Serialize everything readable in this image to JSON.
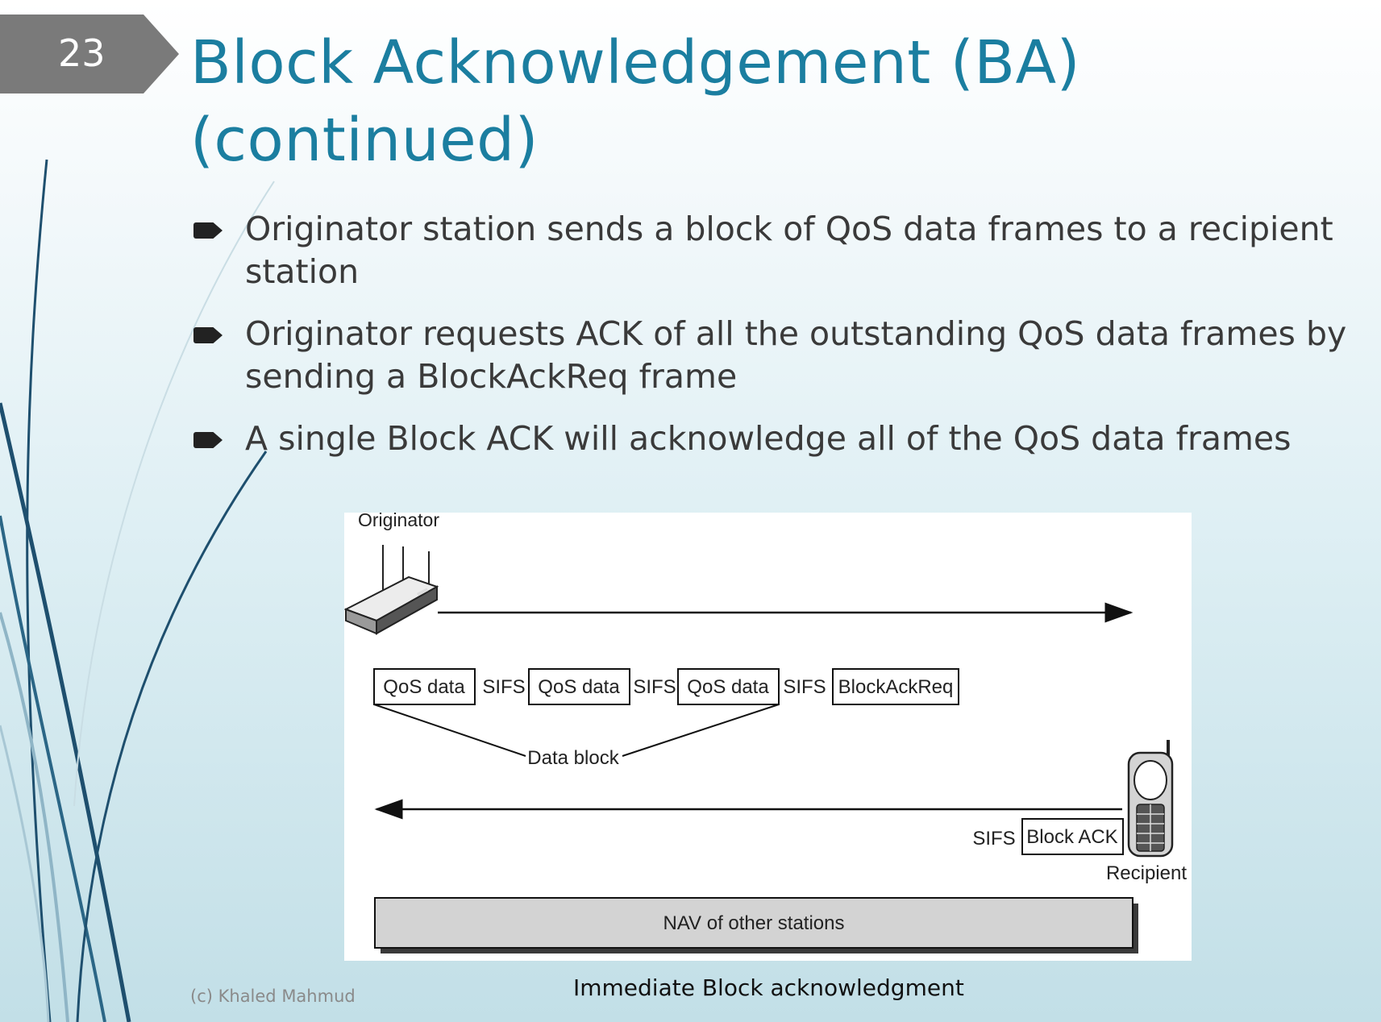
{
  "slide_number": "23",
  "title_line1": "Block Acknowledgement (BA)",
  "title_line2": "(continued)",
  "bullets": [
    "Originator station sends a block of QoS data frames to a recipient station",
    "Originator requests ACK of all the outstanding QoS data frames by sending a BlockAckReq frame",
    "A single Block ACK will acknowledge all of the QoS data frames"
  ],
  "figure": {
    "originator_label": "Originator",
    "recipient_label": "Recipient",
    "frames": [
      "QoS data",
      "SIFS",
      "QoS data",
      "SIFS",
      "QoS data",
      "SIFS",
      "BlockAckReq"
    ],
    "data_block_label": "Data block",
    "response_sifs": "SIFS",
    "block_ack_label": "Block ACK",
    "nav_label": "NAV of other stations"
  },
  "caption": "Immediate Block acknowledgment",
  "footer": "(c) Khaled Mahmud",
  "colors": {
    "title": "#1b7ea0",
    "slide_number_bg": "#7a7a7a",
    "body_text": "#3a3a3a",
    "nav_fill": "#d3d3d3"
  }
}
